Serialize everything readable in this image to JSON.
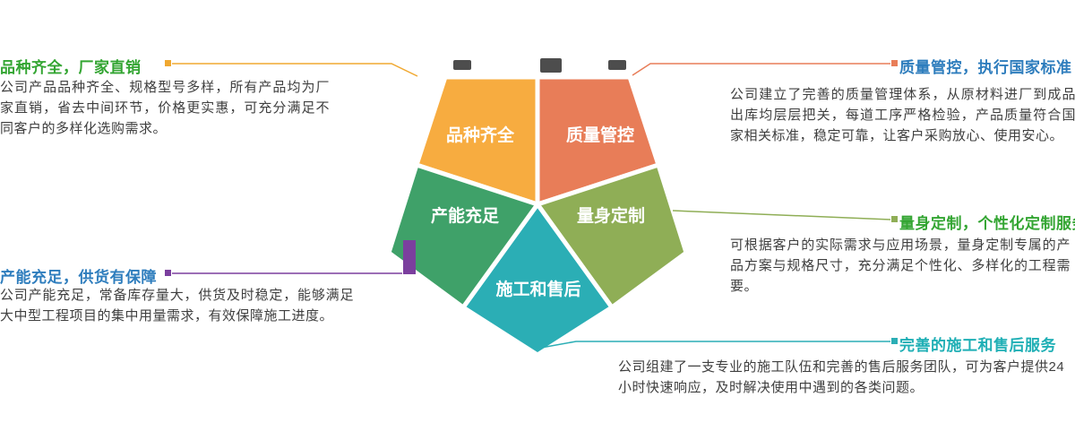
{
  "pentagon": {
    "label_color": "#ffffff",
    "segments": [
      {
        "id": "variety",
        "label": "品种齐全",
        "color": "#F7AC40"
      },
      {
        "id": "quality",
        "label": "质量管控",
        "color": "#E87D58"
      },
      {
        "id": "custom",
        "label": "量身定制",
        "color": "#8FAE56"
      },
      {
        "id": "aftersales",
        "label": "施工和售后",
        "color": "#2BAEB5"
      },
      {
        "id": "capacity",
        "label": "产能充足",
        "color": "#3FA169"
      }
    ]
  },
  "callouts": {
    "variety": {
      "title": "品种齐全，厂家直销",
      "title_color": "#33A532",
      "line_color": "#F0A830",
      "body": "公司产品品种齐全、规格型号多样，所有产品均为厂家直销，省去中间环节，价格更实惠，可充分满足不同客户的多样化选购需求。"
    },
    "quality": {
      "title": "质量管控，执行国家标准",
      "title_color": "#2E7DBD",
      "line_color": "#E87D58",
      "body": "公司建立了完善的质量管理体系，从原材料进厂到成品出库均层层把关，每道工序严格检验，产品质量符合国家相关标准，稳定可靠，让客户采购放心、使用安心。"
    },
    "custom": {
      "title": "量身定制，个性化定制服务",
      "title_color": "#33A532",
      "line_color": "#8FAE56",
      "body": "可根据客户的实际需求与应用场景，量身定制专属的产品方案与规格尺寸，充分满足个性化、多样化的工程需要。"
    },
    "capacity": {
      "title": "产能充足，供货有保障",
      "title_color": "#2E7DBD",
      "line_color": "#7B3F9E",
      "body": "公司产能充足，常备库存量大，供货及时稳定，能够满足大中型工程项目的集中用量需求，有效保障施工进度。"
    },
    "aftersales": {
      "title": "完善的施工和售后服务",
      "title_color": "#1FAFB5",
      "line_color": "#2BAEB5",
      "body_line1": "公司组建了一支专业的施工队伍和完善的售后服务团队，可为客户提供24",
      "body_line2": "小时快速响应，及时解决使用中遇到的各类问题。"
    }
  }
}
